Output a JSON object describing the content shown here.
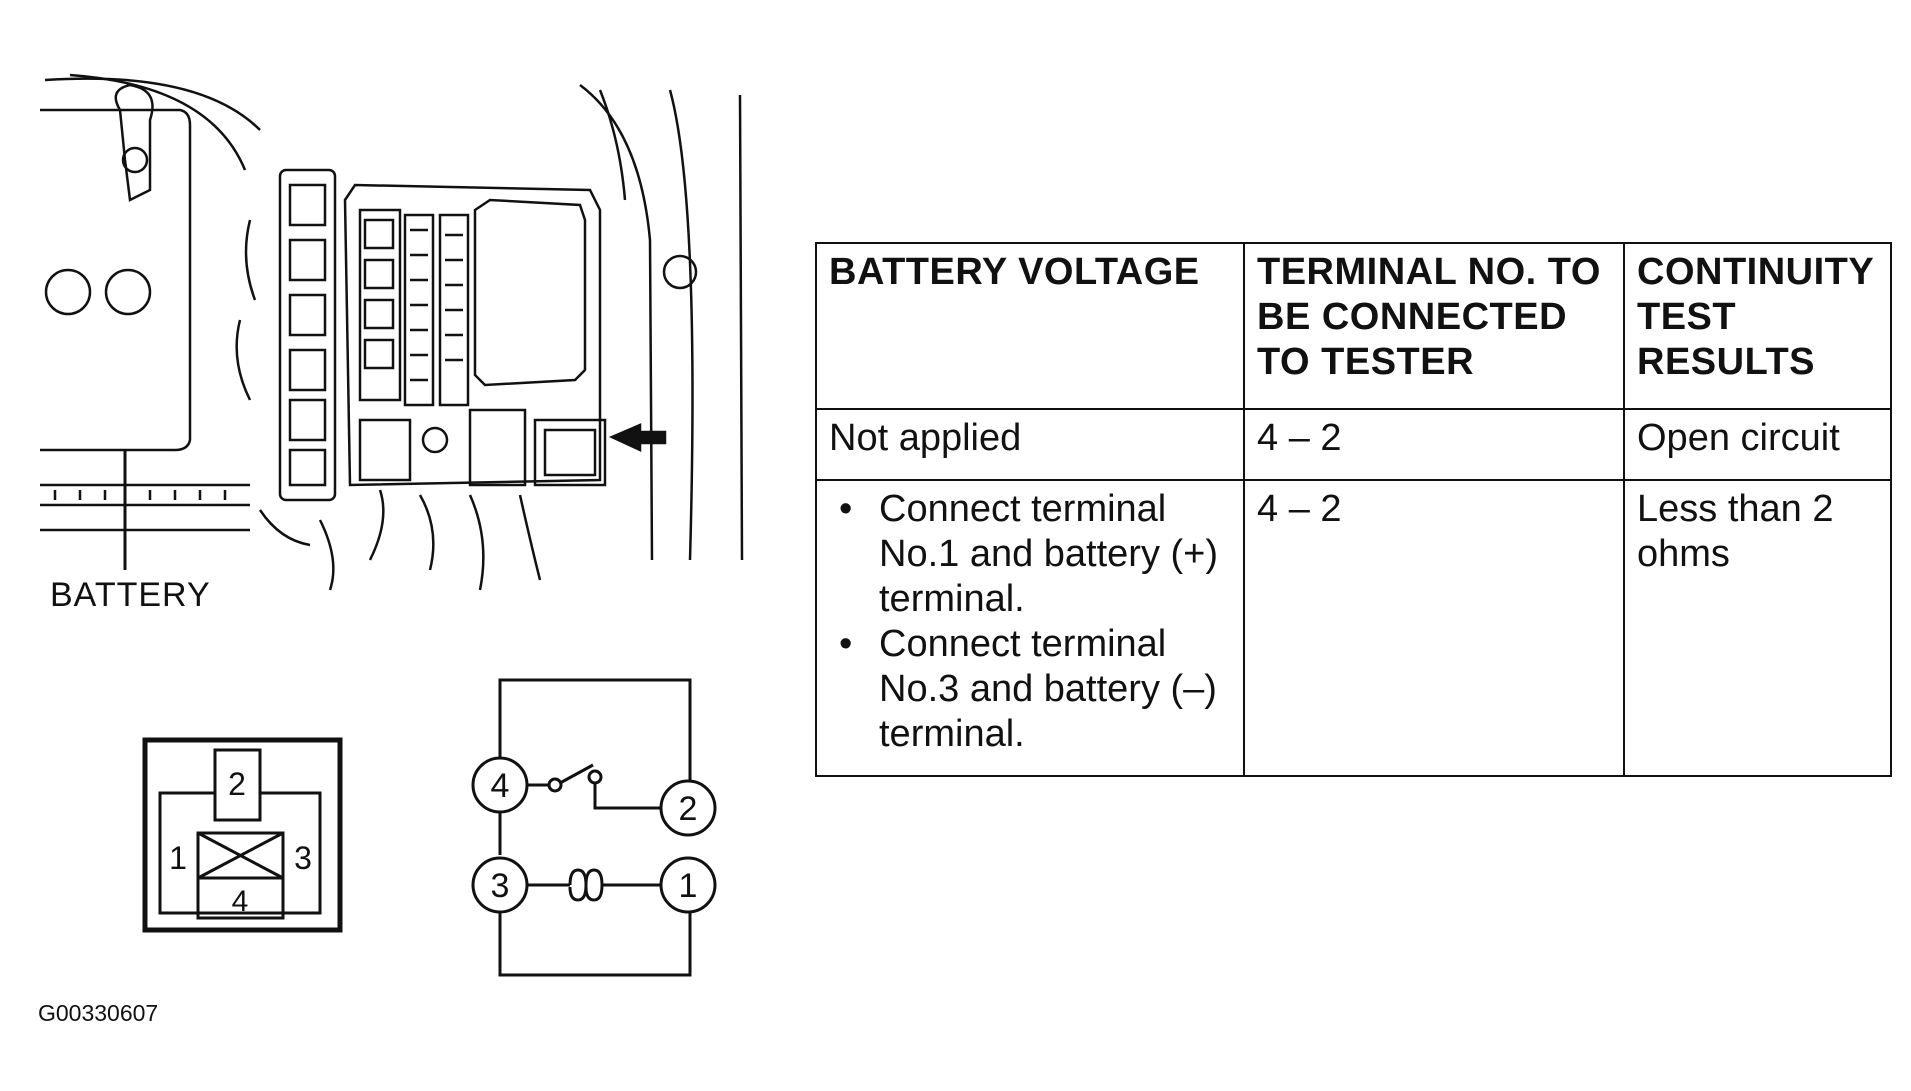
{
  "illustration": {
    "battery_label": "BATTERY",
    "figure_code": "G00330607"
  },
  "relay_connector": {
    "pins": [
      "1",
      "2",
      "3",
      "4"
    ]
  },
  "relay_schematic": {
    "terminals": [
      "4",
      "2",
      "3",
      "1"
    ]
  },
  "table": {
    "headers": [
      "BATTERY VOLTAGE",
      "TERMINAL NO. TO BE CONNECTED TO TESTER",
      "CONTINUITY TEST RESULTS"
    ],
    "rows": [
      {
        "voltage": "Not applied",
        "terminals": "4 – 2",
        "result": "Open circuit"
      },
      {
        "voltage_items": [
          "Connect terminal No.1 and battery (+) terminal.",
          "Connect terminal No.3 and battery (–) terminal."
        ],
        "terminals": "4 – 2",
        "result": "Less than 2 ohms"
      }
    ]
  }
}
